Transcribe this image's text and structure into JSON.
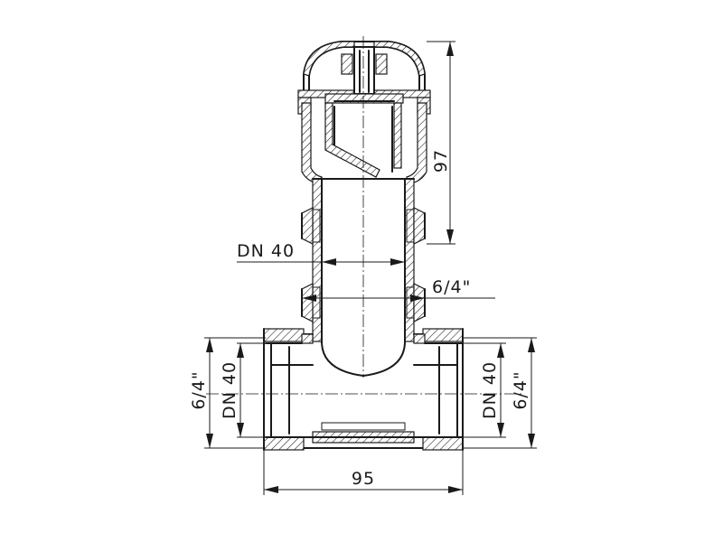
{
  "dimensions": {
    "height_total": "97",
    "width_total": "95",
    "upper_pipe_nominal": "DN 40",
    "upper_nut_thread": "6/4\"",
    "left_socket_thread": "6/4\"",
    "left_socket_nominal": "DN 40",
    "right_socket_nominal": "DN 40",
    "right_socket_thread": "6/4\""
  },
  "colors": {
    "ink": "#1a1a1a",
    "background": "#ffffff"
  }
}
